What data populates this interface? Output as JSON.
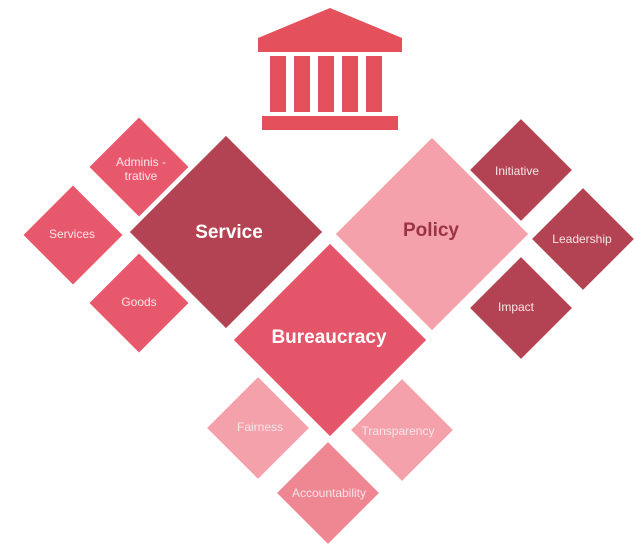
{
  "icon": {
    "name": "government-building-icon"
  },
  "colors": {
    "building": "#e4505c",
    "dark": "#b34352",
    "medium": "#e5556a",
    "light": "#f4a1ab",
    "light_mid": "#ef8792"
  },
  "main": {
    "service": "Service",
    "policy": "Policy",
    "bureaucracy": "Bureaucracy"
  },
  "service_items": {
    "administrative": "Adminis -\ntrative",
    "services": "Services",
    "goods": "Goods"
  },
  "policy_items": {
    "initiative": "Initiative",
    "leadership": "Leadership",
    "impact": "Impact"
  },
  "bureaucracy_items": {
    "fairness": "Fairness",
    "transparency": "Transparency",
    "accountability": "Accountability"
  }
}
